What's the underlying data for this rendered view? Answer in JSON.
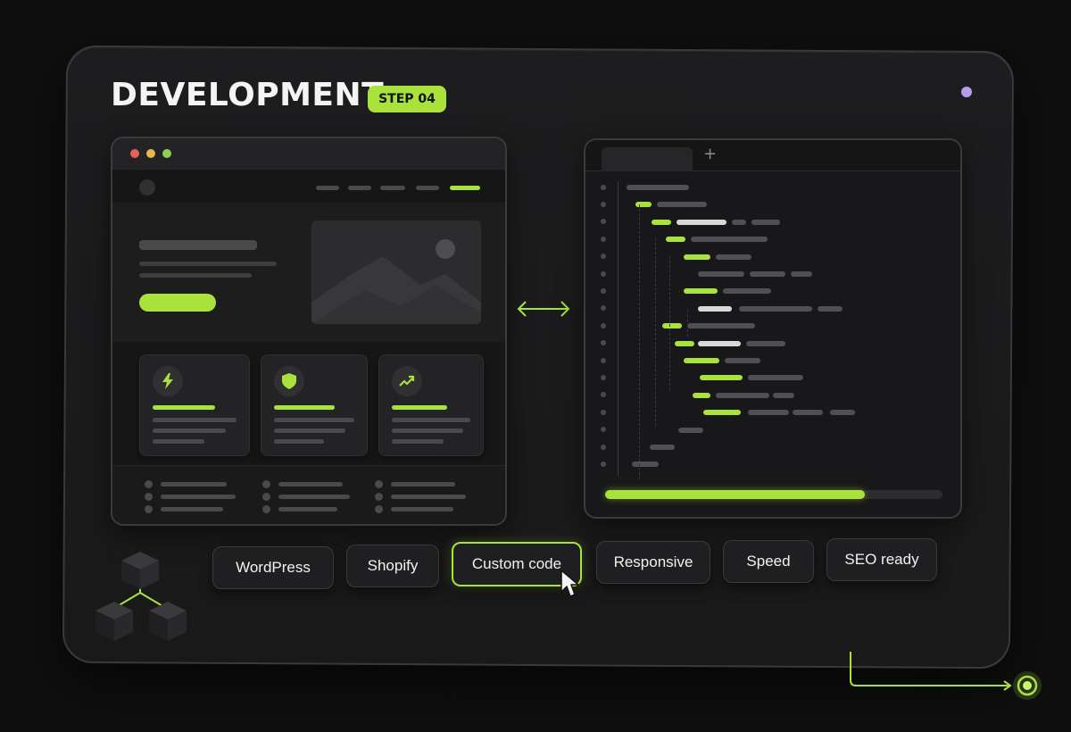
{
  "header": {
    "title": "DEVELOPMENT",
    "step_badge": "STEP 04"
  },
  "colors": {
    "accent": "#a8e23a",
    "background": "#0f0f10",
    "panel": "#1d1d1f",
    "purple_dot": "#b69cf0",
    "traffic_lights": [
      "#e8625a",
      "#e7b94a",
      "#8fd14f"
    ]
  },
  "icons": {
    "feature_cards": [
      "lightning-icon",
      "shield-icon",
      "trending-up-icon"
    ],
    "sync": "double-arrow-icon",
    "editor_new_tab": "plus-icon",
    "pointer": "cursor-icon",
    "stack": "cubes-icon"
  },
  "editor": {
    "new_tab_symbol": "+",
    "build_progress": 0.77
  },
  "chips": [
    {
      "label": "WordPress",
      "active": false
    },
    {
      "label": "Shopify",
      "active": false
    },
    {
      "label": "Custom code",
      "active": true
    },
    {
      "label": "Responsive",
      "active": false
    },
    {
      "label": "Speed",
      "active": false
    },
    {
      "label": "SEO ready",
      "active": false
    }
  ]
}
